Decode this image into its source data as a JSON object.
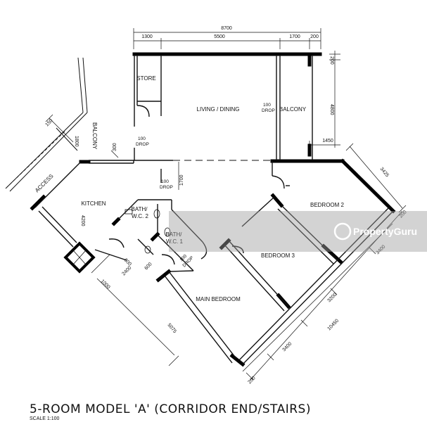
{
  "title": "5-ROOM MODEL 'A' (CORRIDOR END/STAIRS)",
  "scale": "SCALE   1:100",
  "rooms": {
    "store": "STORE",
    "living": "LIVING / DINING",
    "balcony_main": "BALCONY",
    "balcony_side": "BALCONY",
    "kitchen": "KITCHEN",
    "bath2_line1": "BATH/",
    "bath2_line2": "W.C. 2",
    "bath1_line1": "BATH/",
    "bath1_line2": "W.C. 1",
    "bedroom2": "BEDROOM  2",
    "bedroom3": "BEDROOM 3",
    "main_bedroom": "MAIN BEDROOM",
    "access": "ACCESS"
  },
  "notes": {
    "drop_100": "100",
    "drop": "DROP"
  },
  "dimensions": {
    "top_total": "8700",
    "top_1": "1300",
    "top_2": "5500",
    "top_3": "1700",
    "top_4": "200",
    "right_200": "200",
    "right_4800": "4800",
    "right_1450": "1450",
    "diag_3425": "3425",
    "diag_200": "200",
    "diag_3400a": "3400",
    "diag_3200": "3200",
    "diag_10450": "10450",
    "diag_3400b": "3400",
    "diag_200b": "200",
    "left_1800": "1800",
    "left_300": "300",
    "left_1700": "1700",
    "left_4200": "4200",
    "left_2400": "2400",
    "left_800": "800",
    "left_1000": "1000",
    "left_600": "600",
    "main_5075": "5075",
    "left_150": "150"
  },
  "watermark": "PropertyGuru"
}
